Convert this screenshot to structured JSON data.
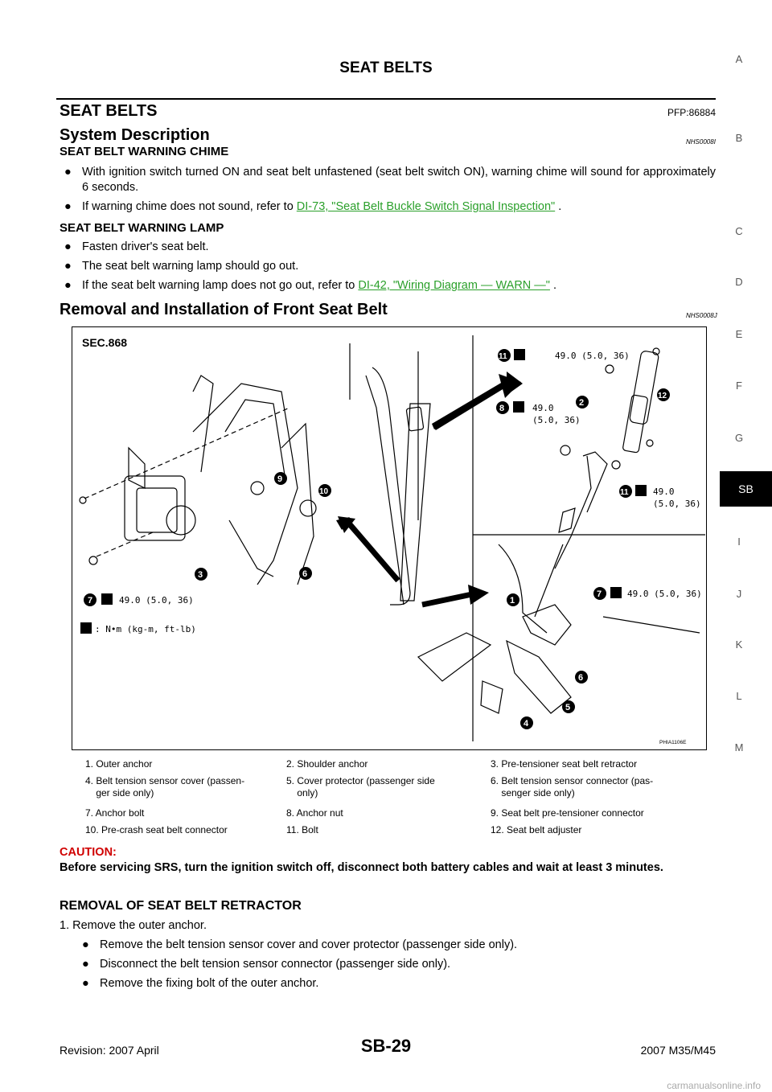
{
  "header": {
    "title": "SEAT BELTS"
  },
  "section": {
    "title": "SEAT BELTS",
    "pfp": "PFP:86884"
  },
  "system": {
    "heading": "System Description",
    "ref": "NHS0008I",
    "chime": {
      "heading": "SEAT BELT WARNING CHIME",
      "bullets": [
        "With ignition switch turned ON and seat belt unfastened (seat belt switch ON), warning chime will sound for approximately 6 seconds.",
        "If warning chime does not sound, refer to"
      ],
      "link": "DI-73, \"Seat Belt Buckle Switch Signal Inspection\"",
      "after": " ."
    },
    "lamp": {
      "heading": "SEAT BELT WARNING LAMP",
      "bullets": [
        "Fasten driver's seat belt.",
        "The seat belt warning lamp should go out.",
        "If the seat belt warning lamp does not go out, refer to"
      ],
      "link": "DI-42, \"Wiring Diagram — WARN —\"",
      "after": " ."
    }
  },
  "removal": {
    "heading": "Removal and Installation of Front Seat Belt",
    "ref": "NHS0008J"
  },
  "figure": {
    "sec": "SEC.868",
    "code": "PHIA1106E",
    "torque_unit": ": N•m (kg-m, ft-lb)",
    "torque_a": "49.0 (5.0, 36)",
    "torque_b1": "49.0",
    "torque_b2": "(5.0, 36)",
    "callouts": [
      "1",
      "2",
      "3",
      "4",
      "5",
      "6",
      "7",
      "8",
      "9",
      "10",
      "11",
      "12"
    ]
  },
  "legend": [
    [
      "1. Outer anchor",
      "2. Shoulder anchor",
      "3. Pre-tensioner seat belt retractor"
    ],
    [
      "4. Belt tension sensor cover (passen-\n    ger side only)",
      "5. Cover protector (passenger side\n    only)",
      "6. Belt tension sensor connector (pas-\n    senger side only)"
    ],
    [
      "7. Anchor bolt",
      "8. Anchor nut",
      "9. Seat belt pre-tensioner connector"
    ],
    [
      "10. Pre-crash seat belt connector",
      "11. Bolt",
      "12. Seat belt adjuster"
    ]
  ],
  "caution": {
    "heading": "CAUTION:",
    "text": "Before servicing SRS, turn the ignition switch off, disconnect both battery cables and wait at least 3 minutes."
  },
  "retractor": {
    "heading": "REMOVAL OF SEAT BELT RETRACTOR",
    "step1": "1.  Remove the outer anchor.",
    "bullets": [
      "Remove the belt tension sensor cover and cover protector (passenger side only).",
      "Disconnect the belt tension sensor connector (passenger side only).",
      "Remove the fixing bolt of the outer anchor."
    ]
  },
  "side_index": [
    "A",
    "B",
    "C",
    "D",
    "E",
    "F",
    "G",
    "SB",
    "I",
    "J",
    "K",
    "L",
    "M"
  ],
  "footer": {
    "left": "Revision: 2007 April",
    "center": "SB-29",
    "right": "2007 M35/M45"
  },
  "watermark": "carmanualsonline.info"
}
